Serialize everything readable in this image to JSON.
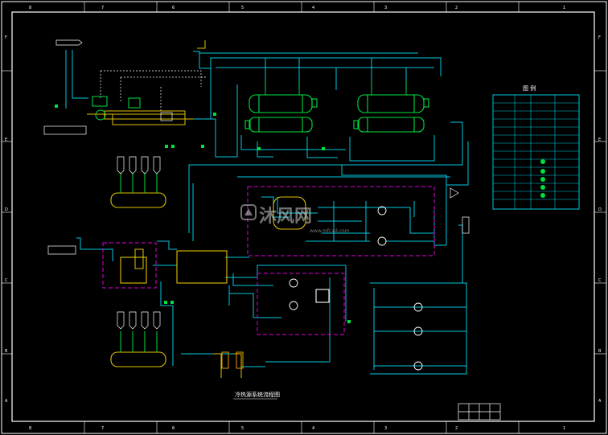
{
  "border_grid": {
    "top": [
      "8",
      "7",
      "6",
      "5",
      "4",
      "3",
      "2",
      "1"
    ],
    "bottom": [
      "8",
      "7",
      "6",
      "5",
      "4",
      "3",
      "2",
      "1"
    ],
    "left": [
      "F",
      "E",
      "D",
      "C",
      "B",
      "A"
    ],
    "right": [
      "F",
      "E",
      "D",
      "C",
      "B",
      "A"
    ]
  },
  "watermark": {
    "brand": "沐风网",
    "url": "www.mfcad.com"
  },
  "drawing_title": "冷热源系统流程图",
  "legend_title": "图 例"
}
